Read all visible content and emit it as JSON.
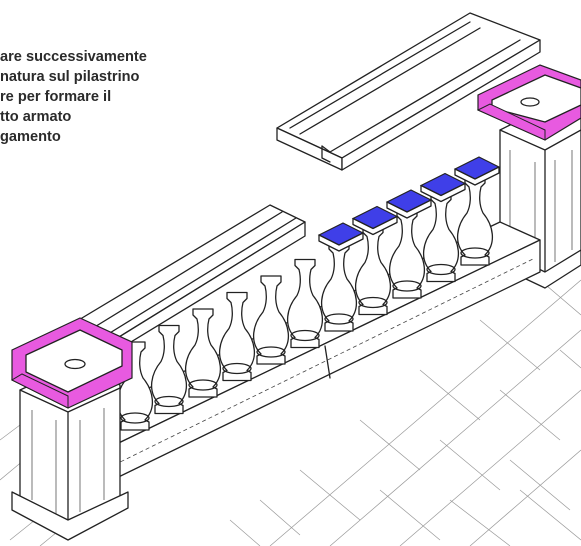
{
  "caption": {
    "lines": [
      "are successivamente",
      "natura sul pilastrino",
      "re per formare il",
      "tto armato",
      "gamento"
    ]
  },
  "colors": {
    "text": "#2b2b2b",
    "line": "#222222",
    "pillar_cap_highlight": "#e85ae0",
    "baluster_top_highlight": "#3f3fe8",
    "paving_line": "#999999"
  },
  "icons": {
    "balustrade": "balustrade-illustration"
  }
}
